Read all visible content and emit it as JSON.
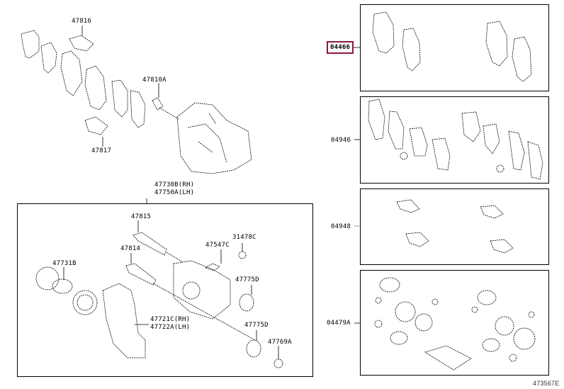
{
  "diagram": {
    "highlight_color": "#8b1a3a",
    "labels": {
      "p47816": "47816",
      "p47810A": "47810A",
      "p47817": "47817",
      "p47730B": "47730B(RH)",
      "p47750A": "47750A(LH)",
      "p47815": "47815",
      "p47814": "47814",
      "p47547C": "47547C",
      "p31478C": "31478C",
      "p47731B": "47731B",
      "p47775D_a": "47775D",
      "p47775D_b": "47775D",
      "p47721C": "47721C(RH)",
      "p47722A": "47722A(LH)",
      "p47769A": "47769A"
    },
    "kits": [
      {
        "code": "04466",
        "selected": true
      },
      {
        "code": "04946",
        "selected": false
      },
      {
        "code": "04948",
        "selected": false
      },
      {
        "code": "04479A",
        "selected": false
      }
    ],
    "figure_code": "473567E"
  }
}
